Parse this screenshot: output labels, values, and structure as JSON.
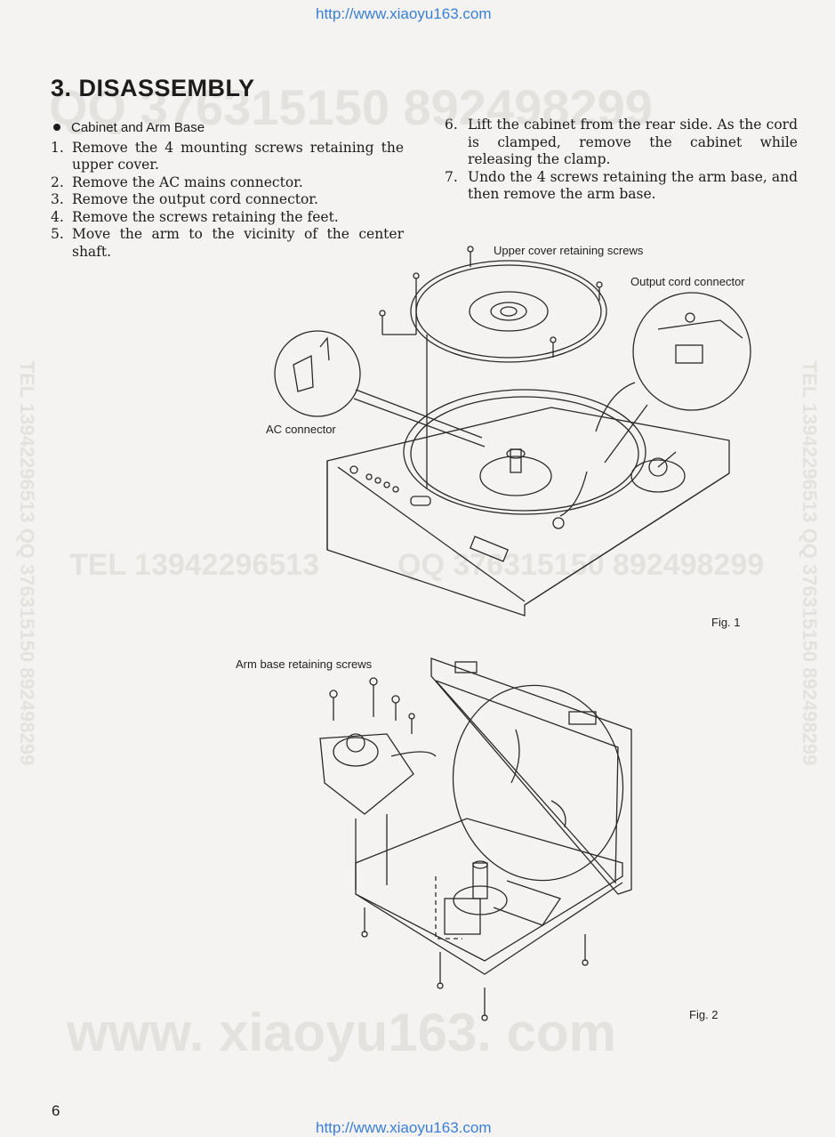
{
  "header_url": "http://www.xiaoyu163.com",
  "footer_url": "http://www.xiaoyu163.com",
  "section_title": "3. DISASSEMBLY",
  "subsection": "Cabinet and Arm Base",
  "steps_left": [
    {
      "num": "1.",
      "text": "Remove the 4 mounting screws retaining the upper cover."
    },
    {
      "num": "2.",
      "text": "Remove the AC mains connector."
    },
    {
      "num": "3.",
      "text": "Remove the output cord connector."
    },
    {
      "num": "4.",
      "text": "Remove the screws retaining the feet."
    },
    {
      "num": "5.",
      "text": "Move the arm to the vicinity of the center shaft."
    }
  ],
  "steps_right": [
    {
      "num": "6.",
      "text": "Lift the cabinet from the rear side. As the cord is clamped, remove the cabinet while releasing the clamp."
    },
    {
      "num": "7.",
      "text": "Undo the 4 screws retaining the arm base, and then remove the arm base."
    }
  ],
  "fig1": {
    "caption": "Fig. 1",
    "labels": {
      "upper_cover_screws": "Upper cover retaining screws",
      "output_cord": "Output cord connector",
      "ac_connector": "AC connector"
    }
  },
  "fig2": {
    "caption": "Fig. 2",
    "labels": {
      "arm_base_screws": "Arm base retaining screws"
    }
  },
  "page_number": "6",
  "watermarks": {
    "qq_top": "QQ 376315150  892498299",
    "tel_mid": "TEL 13942296513",
    "qq_mid": "QQ 376315150  892498299",
    "site_bottom": "www. xiaoyu163. com",
    "tel_left_vertical": "TEL 13942296513  QQ 376315150  892498299",
    "tel_right_vertical": "TEL 13942296513  QQ 376315150  892498299"
  }
}
